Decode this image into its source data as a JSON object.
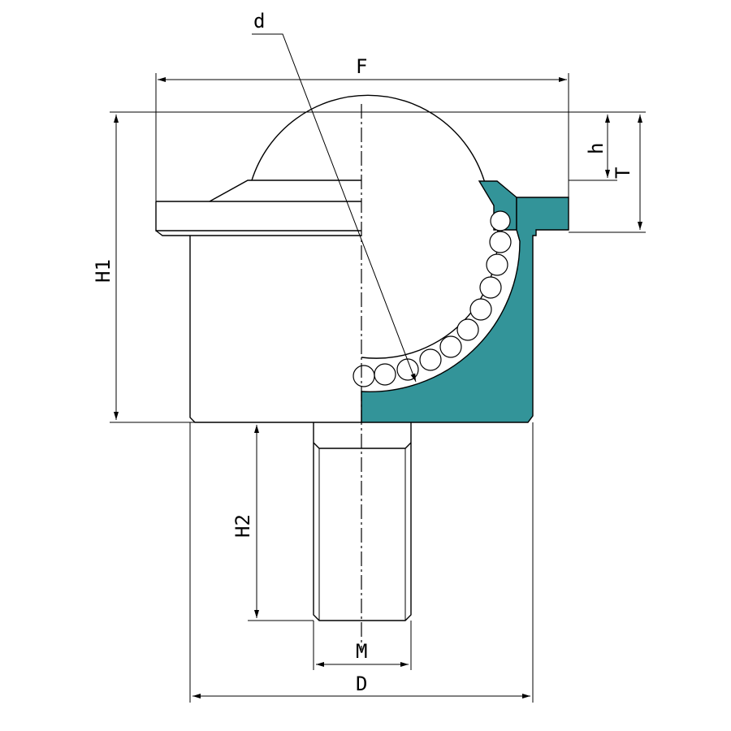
{
  "labels": {
    "d": "d",
    "F": "F",
    "h": "h",
    "T": "T",
    "H1": "H1",
    "H2": "H2",
    "M": "M",
    "D": "D"
  },
  "colors": {
    "housing_section": "#339499",
    "line": "#000000"
  }
}
